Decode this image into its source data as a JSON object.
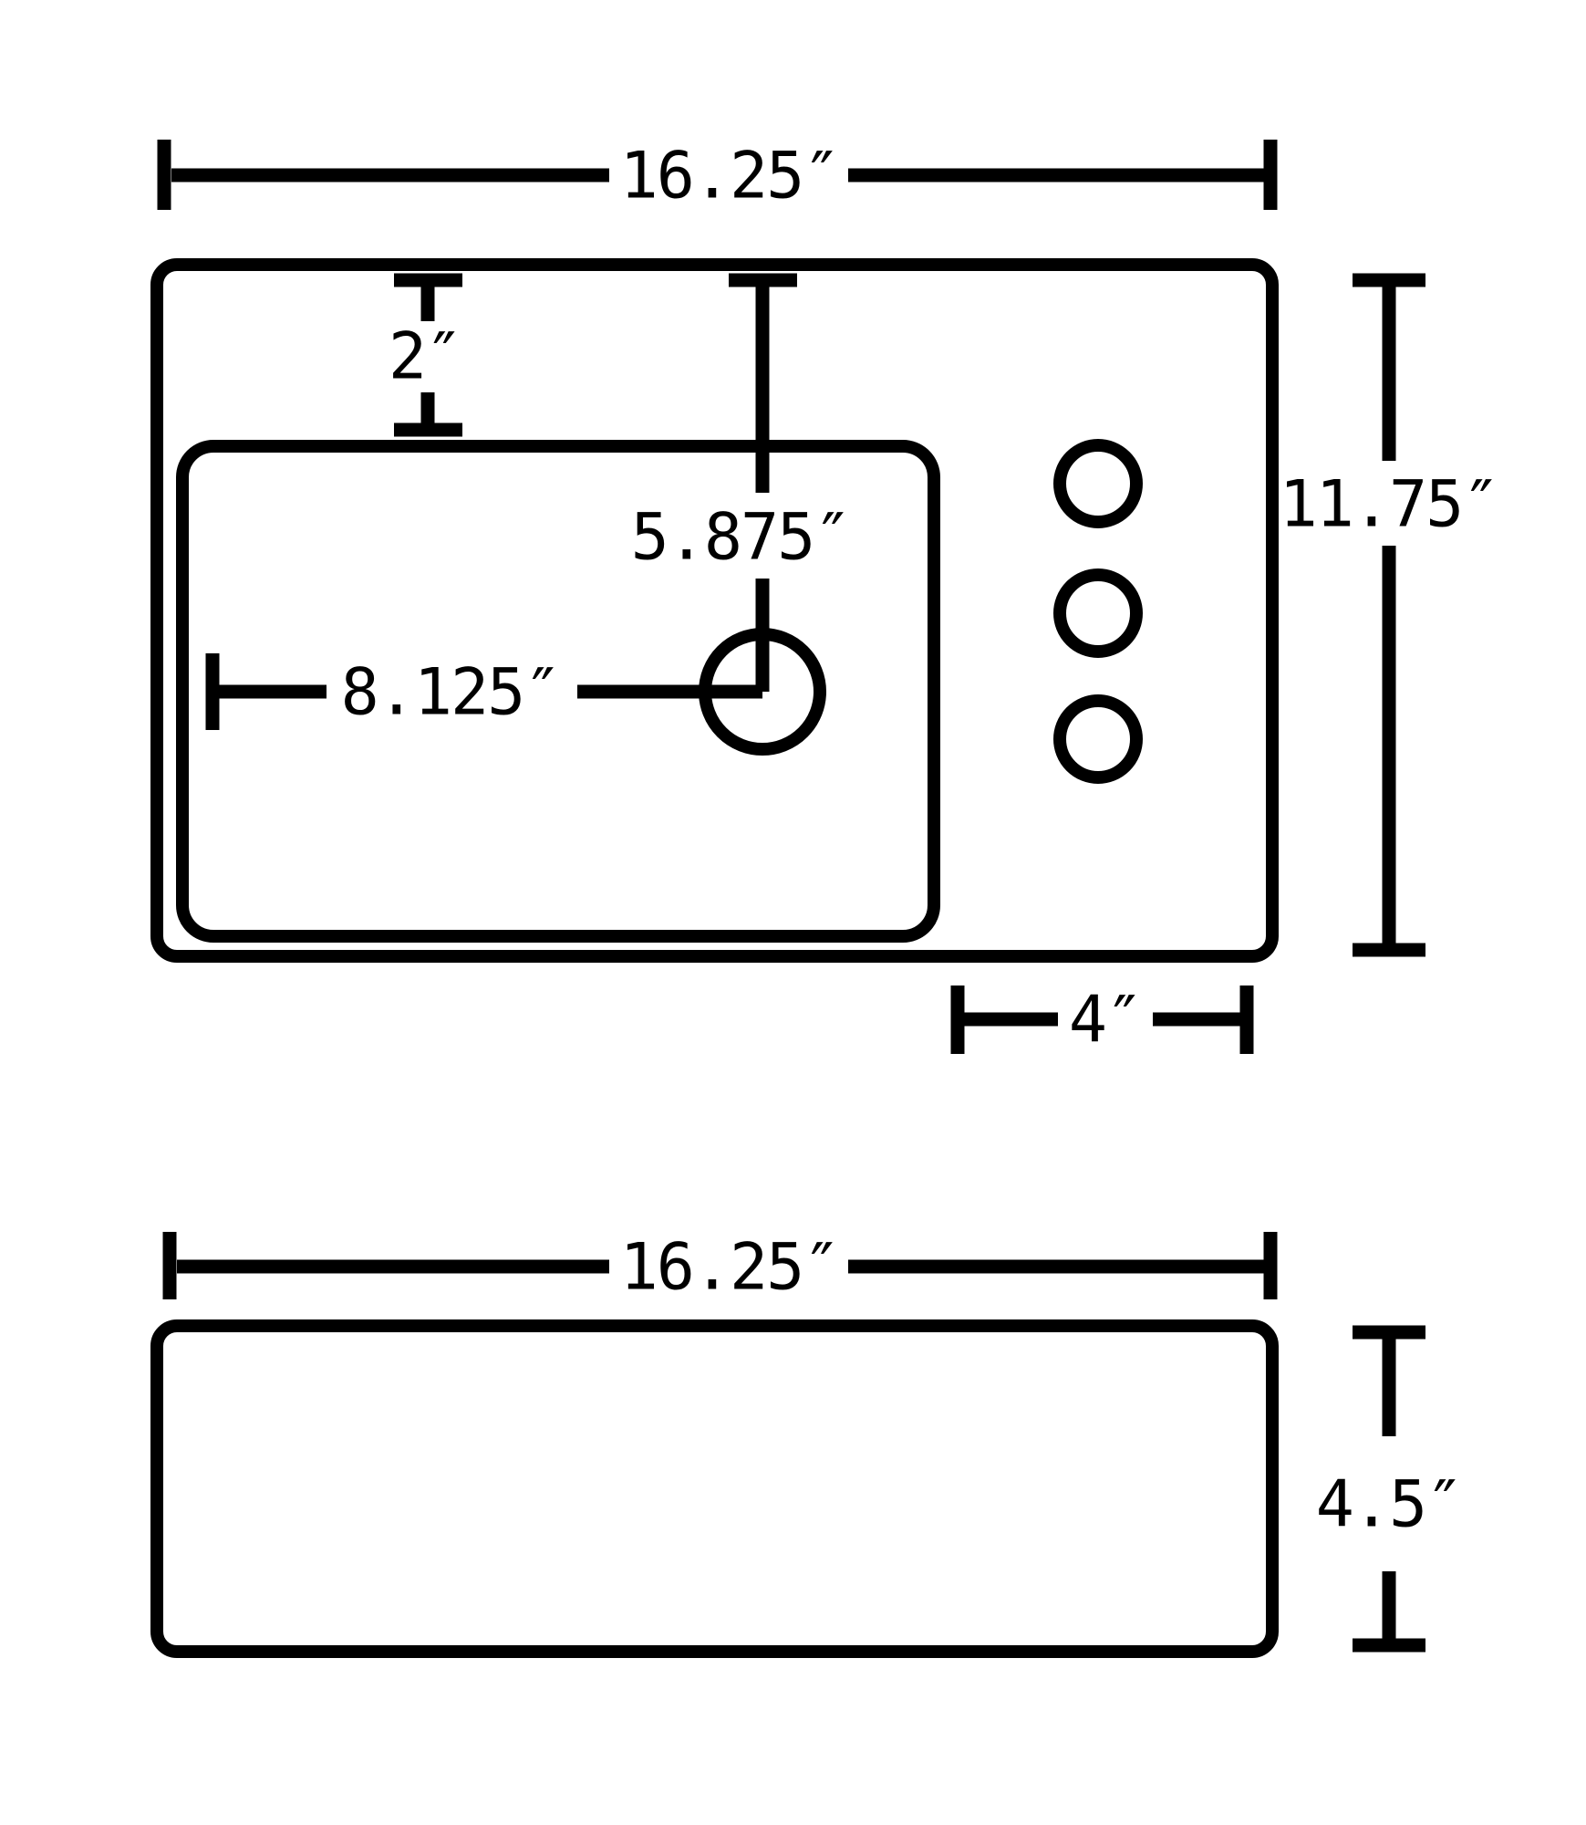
{
  "diagram": {
    "type": "technical-dimension-drawing",
    "subject": "rectangular vessel sink — top view and front view",
    "background_color": "#ffffff",
    "line_color": "#000000",
    "views": [
      "top-view",
      "front-view"
    ]
  },
  "labels": {
    "top_width": "16.25″",
    "top_depth": "11.75″",
    "basin_offset_top": "2″",
    "drain_from_top": "5.875″",
    "drain_from_left": "8.125″",
    "faucet_deck": "4″",
    "front_width": "16.25″",
    "front_height": "4.5″"
  },
  "dimensions": {
    "top_view": {
      "overall_width_in": 16.25,
      "overall_depth_in": 11.75,
      "basin_top_inset_in": 2,
      "drain_center_from_top_in": 5.875,
      "drain_center_from_left_in": 8.125,
      "right_deck_width_in": 4,
      "faucet_hole_count": 3
    },
    "front_view": {
      "overall_width_in": 16.25,
      "overall_height_in": 4.5
    }
  }
}
